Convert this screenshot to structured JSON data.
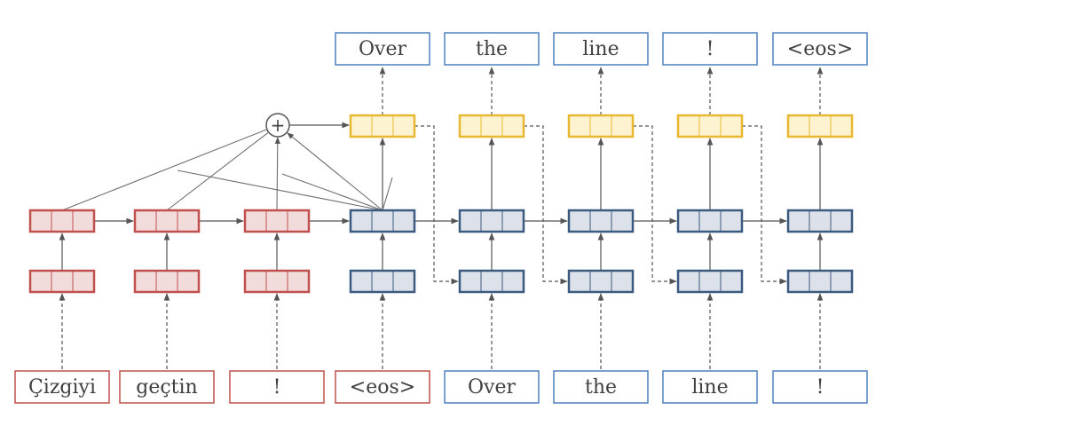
{
  "source_tokens": [
    "Çizgiyi",
    "geçtin",
    "!",
    "<eos>"
  ],
  "decoder_inputs": [
    "Over",
    "the",
    "line",
    "!"
  ],
  "decoder_outputs": [
    "Over",
    "the",
    "line",
    "!",
    "<eos>"
  ],
  "sum_symbol": "+",
  "colors": {
    "encoder": "#c0504d",
    "decoder": "#3b5a80",
    "output": "#e8b830",
    "word_box_decoder": "#4f81bd"
  }
}
